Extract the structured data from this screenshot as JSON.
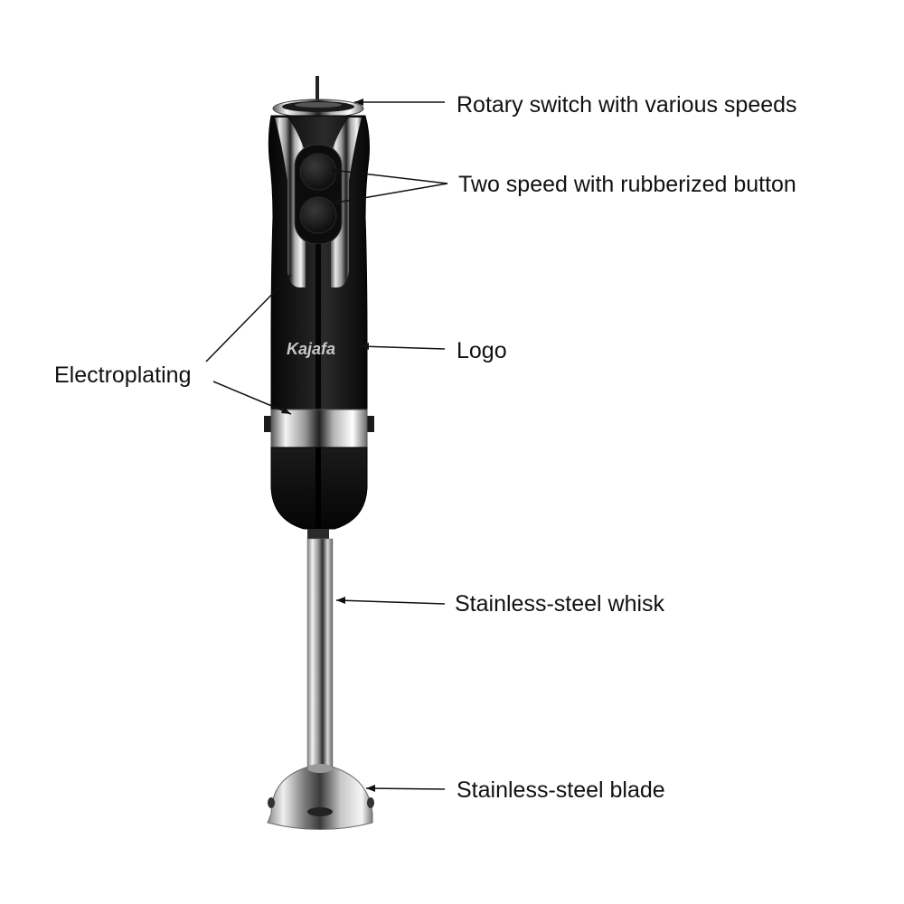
{
  "product": {
    "brand_logo": "Kajafa",
    "colors": {
      "body": "#121212",
      "chrome": "#d8d8d8",
      "steel": "#c9c9c9",
      "label_text": "#111111",
      "leader_line": "#111111"
    }
  },
  "callouts": {
    "rotary_switch": "Rotary switch with various speeds",
    "two_speed_button": "Two speed with rubberized button",
    "logo": "Logo",
    "electroplating": "Electroplating",
    "whisk": "Stainless-steel whisk",
    "blade": "Stainless-steel blade"
  }
}
